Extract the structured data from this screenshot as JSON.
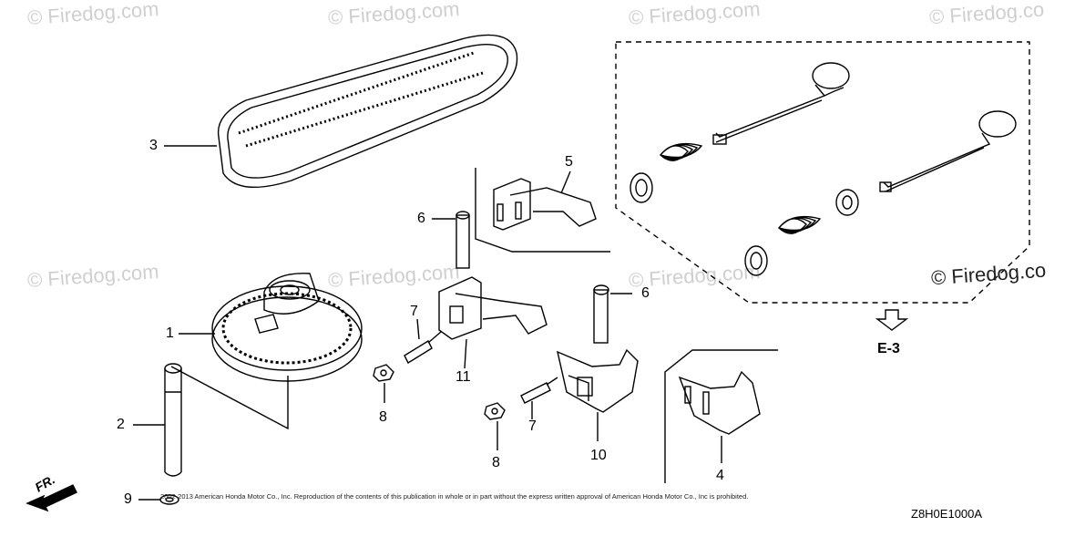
{
  "watermarks": [
    "© Firedog.com",
    "© Firedog.com",
    "© Firedog.com",
    "© Firedog.co",
    "© Firedog.com",
    "© Firedog.com",
    "© Firedog.com"
  ],
  "firedog_mark": "© Firedog.co",
  "callouts": {
    "c1": "1",
    "c2": "2",
    "c3": "3",
    "c4": "4",
    "c5": "5",
    "c6a": "6",
    "c6b": "6",
    "c7a": "7",
    "c7b": "7",
    "c8a": "8",
    "c8b": "8",
    "c9": "9",
    "c10": "10",
    "c11": "11"
  },
  "reference": "E-3",
  "front_label": "FR.",
  "copyright": "2002-2013 American Honda Motor Co., Inc. Reproduction of the contents of this publication in whole or in part without the express written approval of American Honda Motor Co., Inc is prohibited.",
  "diagram_code": "Z8H0E1000A"
}
